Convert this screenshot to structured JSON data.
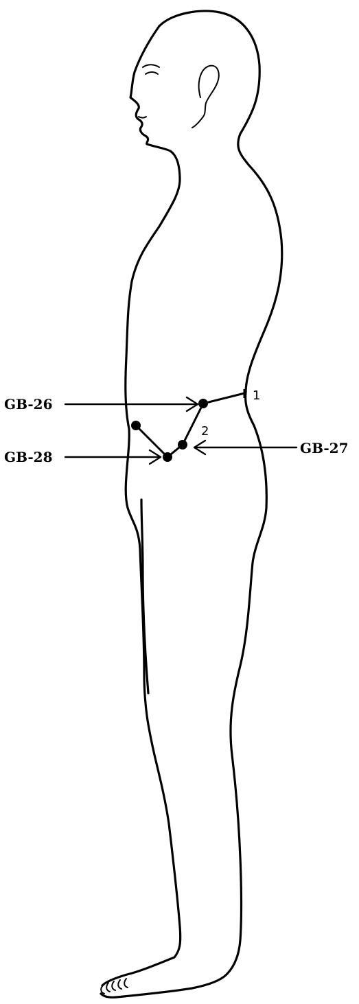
{
  "labels": {
    "gb26": "GB-26",
    "gb27": "GB-27",
    "gb28": "GB-28"
  },
  "markers": {
    "one": "1",
    "two": "2"
  },
  "colors": {
    "ink": "#000000",
    "background": "#ffffff"
  }
}
